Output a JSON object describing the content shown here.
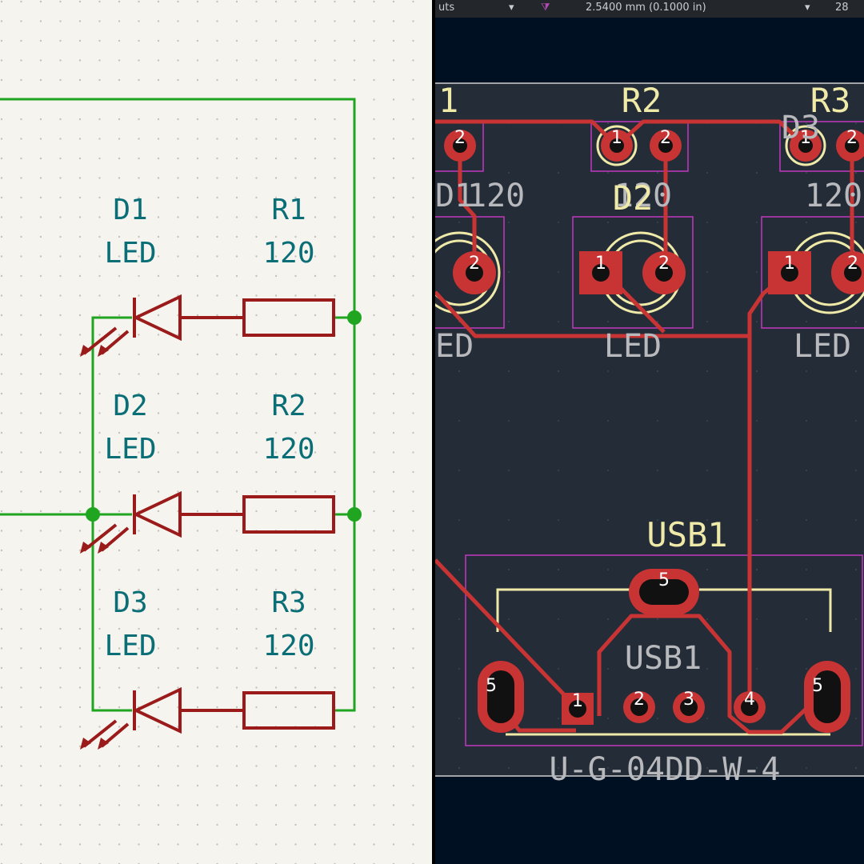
{
  "schematic": {
    "symbols": [
      {
        "ref": "D1",
        "value": "LED"
      },
      {
        "ref": "R1",
        "value": "120"
      },
      {
        "ref": "D2",
        "value": "LED"
      },
      {
        "ref": "R2",
        "value": "120"
      },
      {
        "ref": "D3",
        "value": "LED"
      },
      {
        "ref": "R3",
        "value": "120"
      }
    ]
  },
  "pcb": {
    "toolbar": {
      "units_label": "uts",
      "grid_label": "2.5400 mm (0.1000 in)",
      "zoom_label": "28"
    },
    "refs": {
      "d1_fragment": "1",
      "r2": "R2",
      "r3": "R3",
      "d3_fragment": "D3",
      "d2": "D2",
      "d1_ref_fragment": "D1",
      "r1_value_fragment": "120",
      "r2_value": "120",
      "r3_value": "120",
      "led1_fragment": "ED",
      "led2": "LED",
      "led3": "LED",
      "usb_ref": "USB1",
      "usb_ref_fab": "USB1",
      "usb_value": "U-G-04DD-W-4"
    },
    "pads": {
      "one": "1",
      "two": "2",
      "three": "3",
      "four": "4",
      "five": "5"
    },
    "colors": {
      "copper": "#c83434",
      "silkscreen": "#efeaa8",
      "courtyard": "#c238c0",
      "board_edge": "#d0d0d0",
      "wire": "#1fa51f",
      "symbol": "#9b1b1b"
    }
  }
}
